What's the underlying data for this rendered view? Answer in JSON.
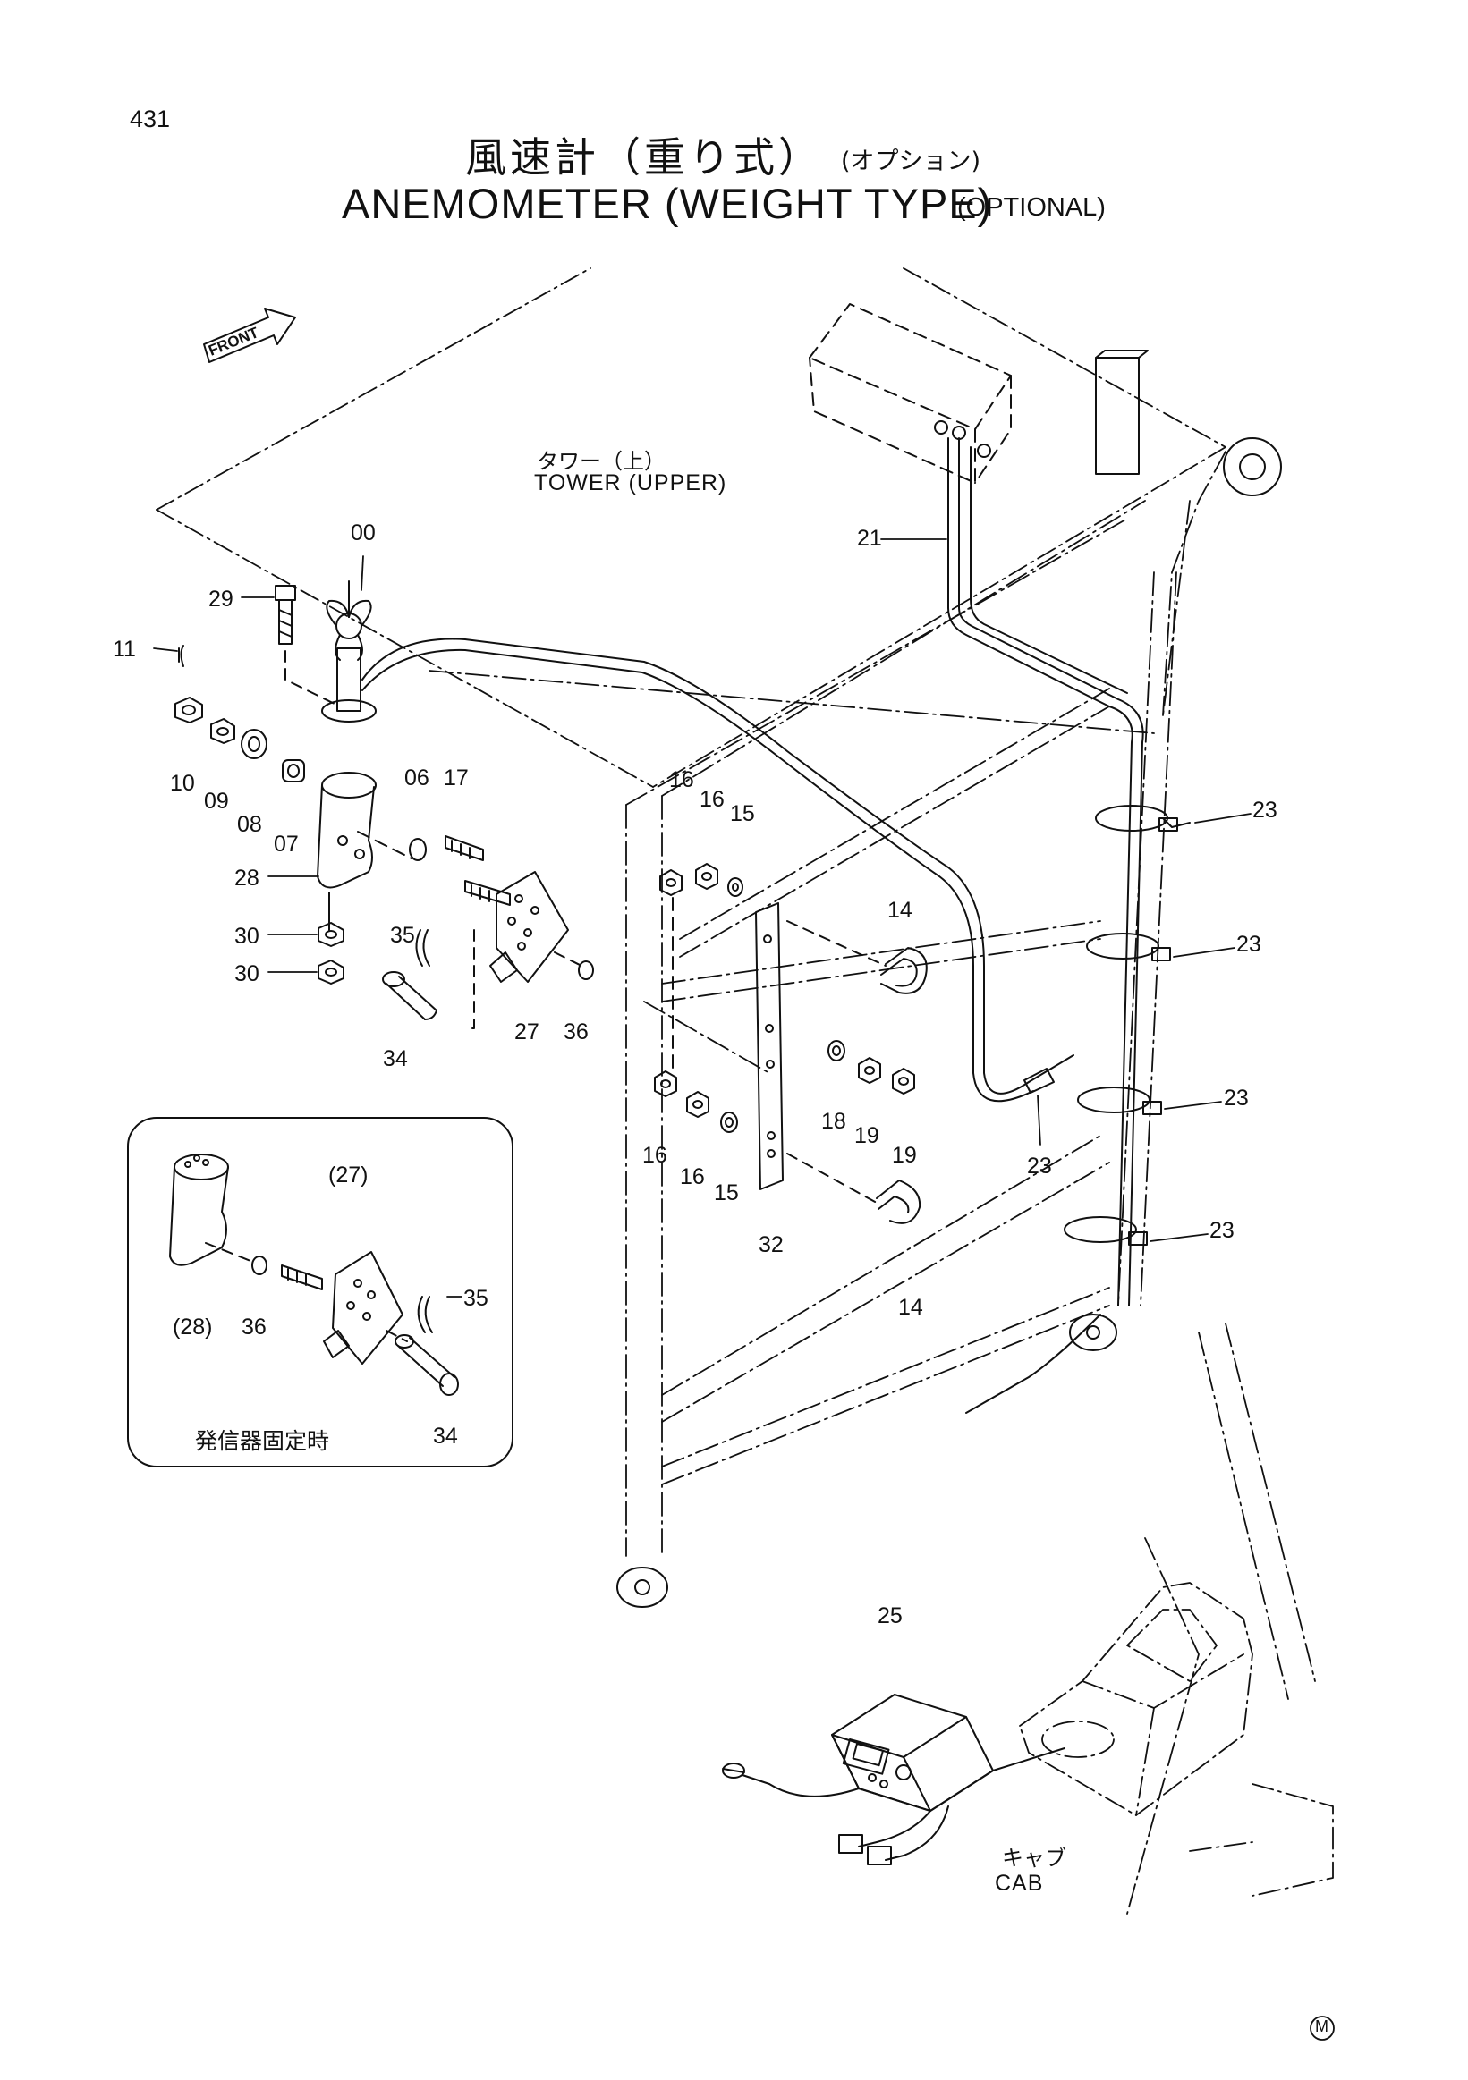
{
  "page_number": "431",
  "title": {
    "ja": "風速計（重り式）",
    "ja_note": "(オプション)",
    "en": "ANEMOMETER (WEIGHT TYPE)",
    "en_note": "(OPTIONAL)"
  },
  "front_label": "FRONT",
  "locations": {
    "tower": {
      "ja": "タワー（上）",
      "en": "TOWER (UPPER)"
    },
    "cab": {
      "ja": "キャブ",
      "en": "CAB"
    }
  },
  "inset_caption": "発信器固定時",
  "mark": "M",
  "callouts": [
    "00",
    "29",
    "11",
    "10",
    "09",
    "08",
    "07",
    "06",
    "17",
    "28",
    "30",
    "30",
    "35",
    "34",
    "27",
    "36",
    "16",
    "16",
    "15",
    "14",
    "18",
    "19",
    "19",
    "16",
    "16",
    "15",
    "32",
    "14",
    "21",
    "23",
    "23",
    "23",
    "23",
    "23",
    "25",
    "(27)",
    "(28)",
    "36",
    "35",
    "34"
  ]
}
